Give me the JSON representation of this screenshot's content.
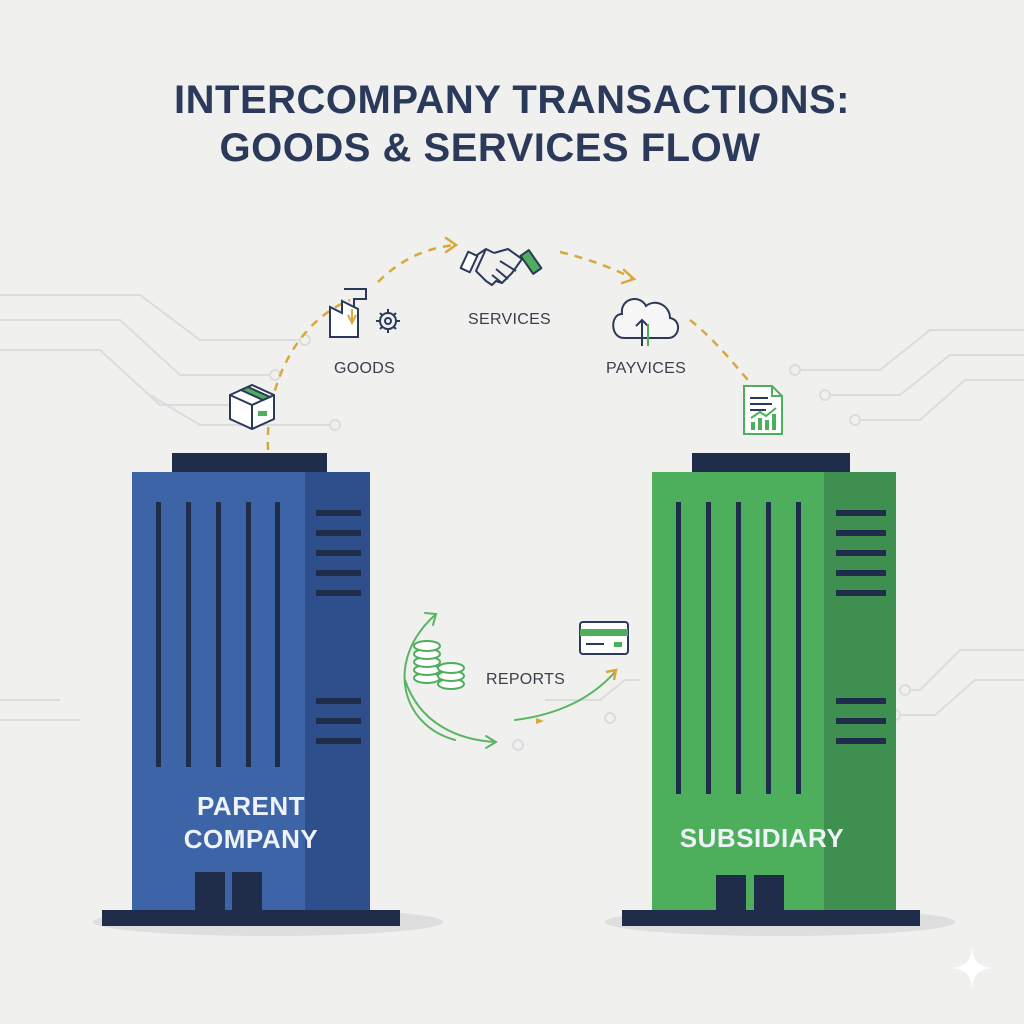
{
  "title": {
    "line1": "INTERCOMPANY TRANSACTIONS:",
    "line2": "GOODS & SERVICES FLOW"
  },
  "flow_labels": {
    "goods": "GOODS",
    "services": "SERVICES",
    "payvices": "PAYVICES",
    "reports": "REPORTS"
  },
  "entities": {
    "parent_line1": "PARENT",
    "parent_line2": "COMPANY",
    "subsidiary": "SUBSIDIARY"
  },
  "colors": {
    "parent_blue": "#3e64a8",
    "subsidiary_green": "#4daf5c",
    "navy": "#2b3a5a",
    "arrow_gold": "#d7a83a",
    "arrow_green": "#5ab562"
  },
  "icons": [
    "package-icon",
    "factory-gear-icon",
    "handshake-icon",
    "cloud-upload-icon",
    "financial-report-icon",
    "coin-stack-icon",
    "credit-card-icon",
    "sparkle-icon"
  ]
}
